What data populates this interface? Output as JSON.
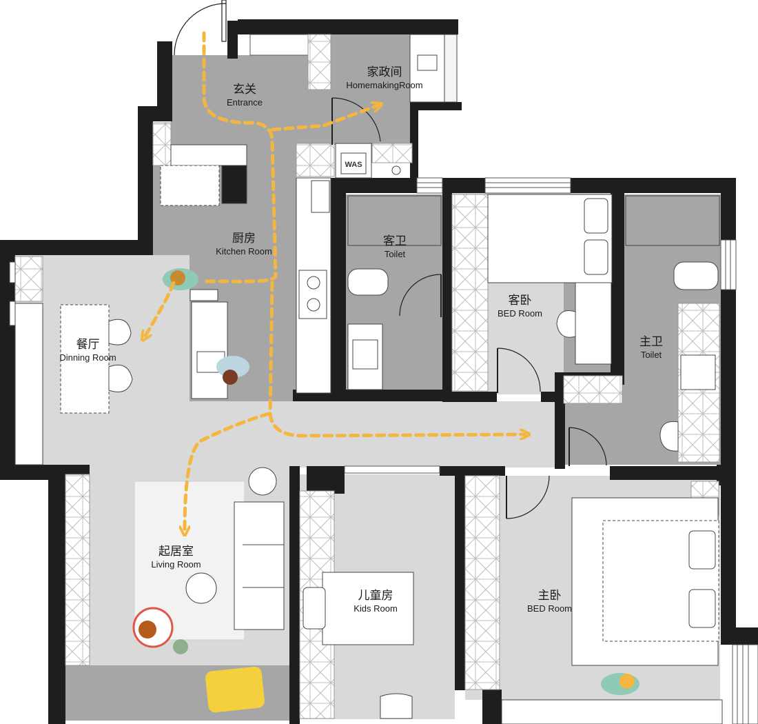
{
  "colors": {
    "wall": "#1e1e1e",
    "floor": "#d9d9d9",
    "floor_dark": "#a6a6a6",
    "furniture": "#ffffff",
    "path": "#f3b63f",
    "rug": "#f2f2f2"
  },
  "rooms": {
    "entrance": {
      "cn": "玄关",
      "en": "Entrance"
    },
    "homemaking": {
      "cn": "家政间",
      "en": "HomemakingRoom"
    },
    "kitchen": {
      "cn": "厨房",
      "en": "Kitchen Room"
    },
    "guest_toilet": {
      "cn": "客卫",
      "en": "Toilet"
    },
    "guest_bedroom": {
      "cn": "客卧",
      "en": "BED Room"
    },
    "master_toilet": {
      "cn": "主卫",
      "en": "Toilet"
    },
    "dining": {
      "cn": "餐厅",
      "en": "Dinning Room"
    },
    "living": {
      "cn": "起居室",
      "en": "Living Room"
    },
    "kids": {
      "cn": "儿童房",
      "en": "Kids Room"
    },
    "master_bedroom": {
      "cn": "主卧",
      "en": "BED Room"
    }
  },
  "appliances": {
    "washer_label": "WAS"
  }
}
